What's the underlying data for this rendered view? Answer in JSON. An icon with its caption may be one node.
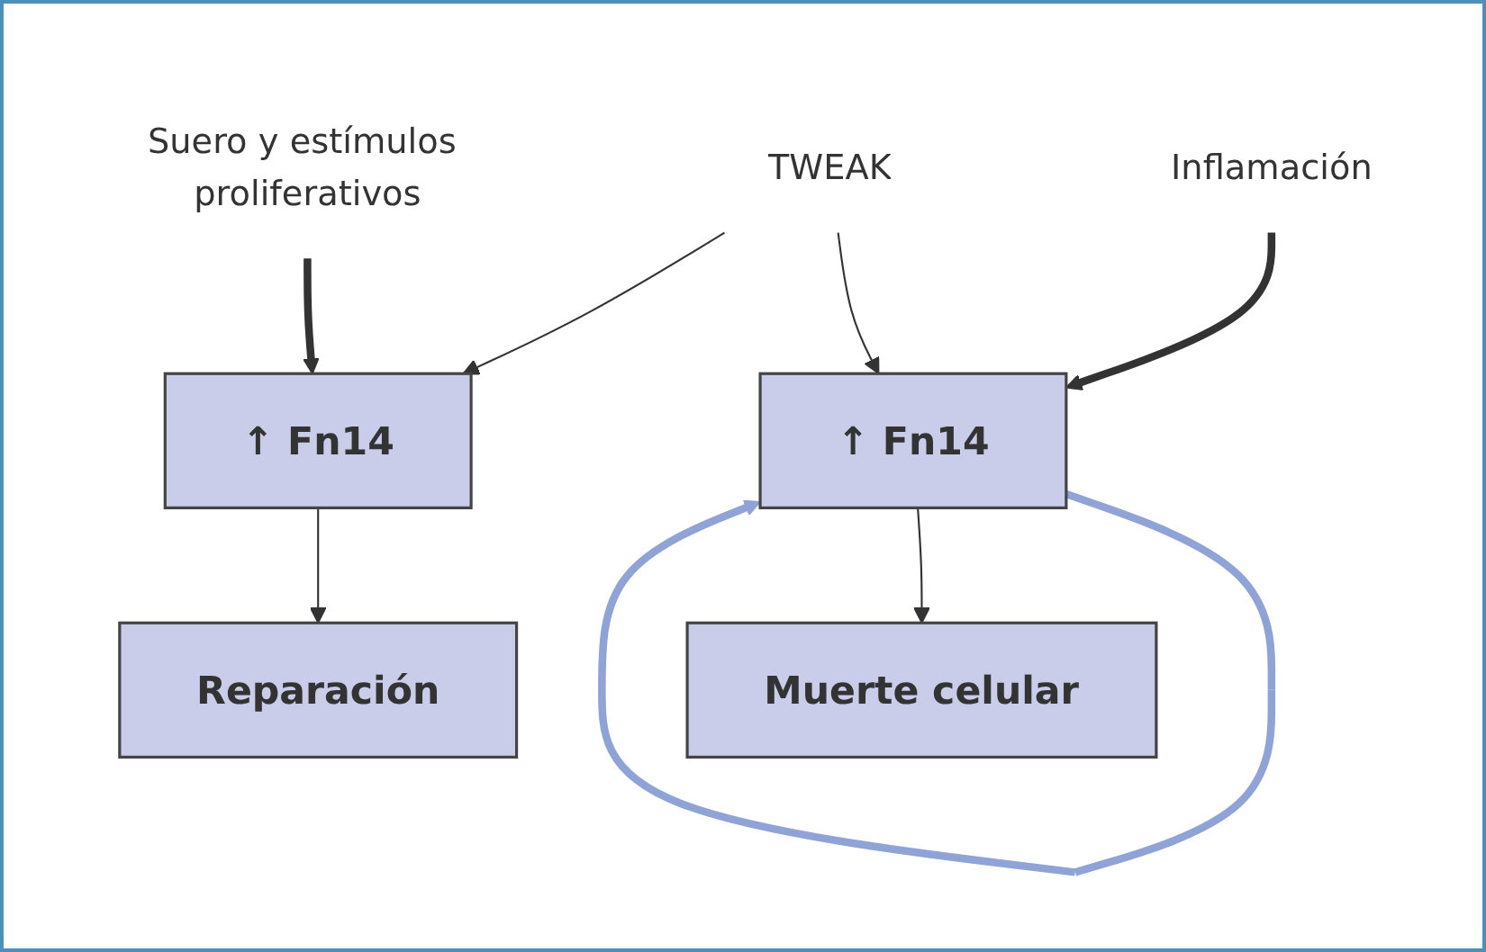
{
  "diagram": {
    "nodes": [
      {
        "text": [
          "TWEAK"
        ]
      },
      {
        "text": [
          "↑ Fn14"
        ]
      },
      {
        "text": [
          "↑ Fn14"
        ]
      },
      {
        "text": [
          "Inflamación"
        ]
      },
      {
        "text": [
          "Suero y estímulos proliferativos"
        ]
      },
      {
        "text": [
          "Muerte celular"
        ]
      },
      {
        "text": [
          "Reparación"
        ]
      }
    ],
    "edges": [
      {
        "from": 0,
        "to": 1,
        "arrow": "to"
      },
      {
        "from": 0,
        "to": 2,
        "arrow": "to"
      },
      {
        "from": 3,
        "to": 1,
        "arrow": "to",
        "style": "thick"
      },
      {
        "from": 4,
        "to": 2,
        "arrow": "to",
        "style": "thick"
      },
      {
        "from": 1,
        "to": 1,
        "arrow": "to",
        "style": "thick",
        "color": "#8fa3d6"
      },
      {
        "from": 1,
        "to": 5,
        "arrow": "to"
      },
      {
        "from": 2,
        "to": 6,
        "arrow": "to"
      }
    ]
  }
}
